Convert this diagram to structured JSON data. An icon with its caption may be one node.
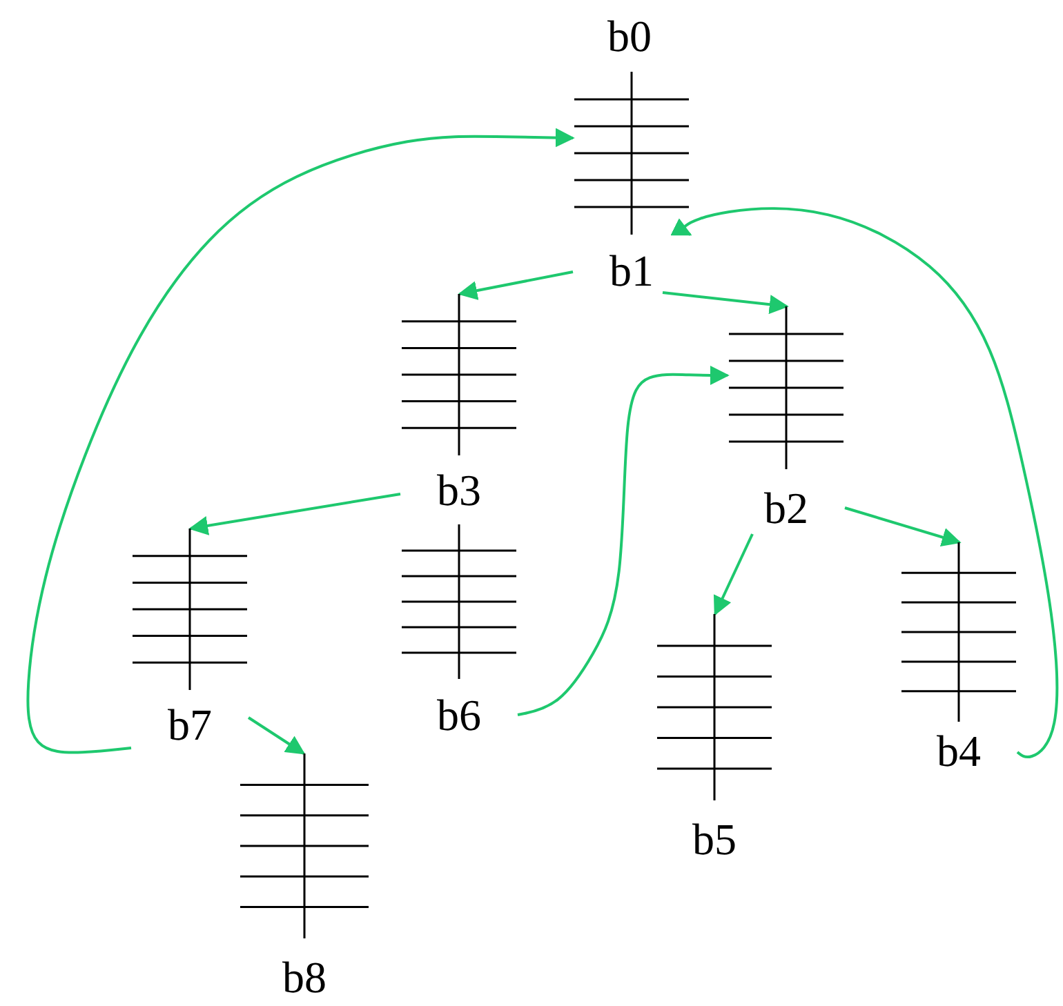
{
  "diagram": {
    "nodes": [
      {
        "text": [
          "b1"
        ]
      },
      {
        "text": [
          "b3"
        ]
      },
      {
        "text": [
          "b2"
        ]
      },
      {
        "text": [
          "b7"
        ]
      },
      {
        "text": [
          "b6"
        ]
      },
      {
        "text": [
          "b5"
        ]
      },
      {
        "text": [
          "b4"
        ]
      },
      {
        "text": [
          "b8"
        ]
      }
    ],
    "edges": [
      {
        "from": 0,
        "to": 1,
        "arrow": "to"
      },
      {
        "from": 0,
        "to": 2,
        "arrow": "to"
      },
      {
        "from": 1,
        "to": 3,
        "arrow": "to"
      },
      {
        "from": 2,
        "to": 5,
        "arrow": "to"
      },
      {
        "from": 2,
        "to": 6,
        "arrow": "to"
      },
      {
        "from": 3,
        "to": 7,
        "arrow": "to"
      },
      {
        "from": 3,
        "to": 0,
        "arrow": "to"
      },
      {
        "from": 4,
        "to": 2,
        "arrow": "to"
      },
      {
        "from": 6,
        "to": 0,
        "arrow": "to"
      }
    ],
    "labels": [
      "b0"
    ]
  }
}
